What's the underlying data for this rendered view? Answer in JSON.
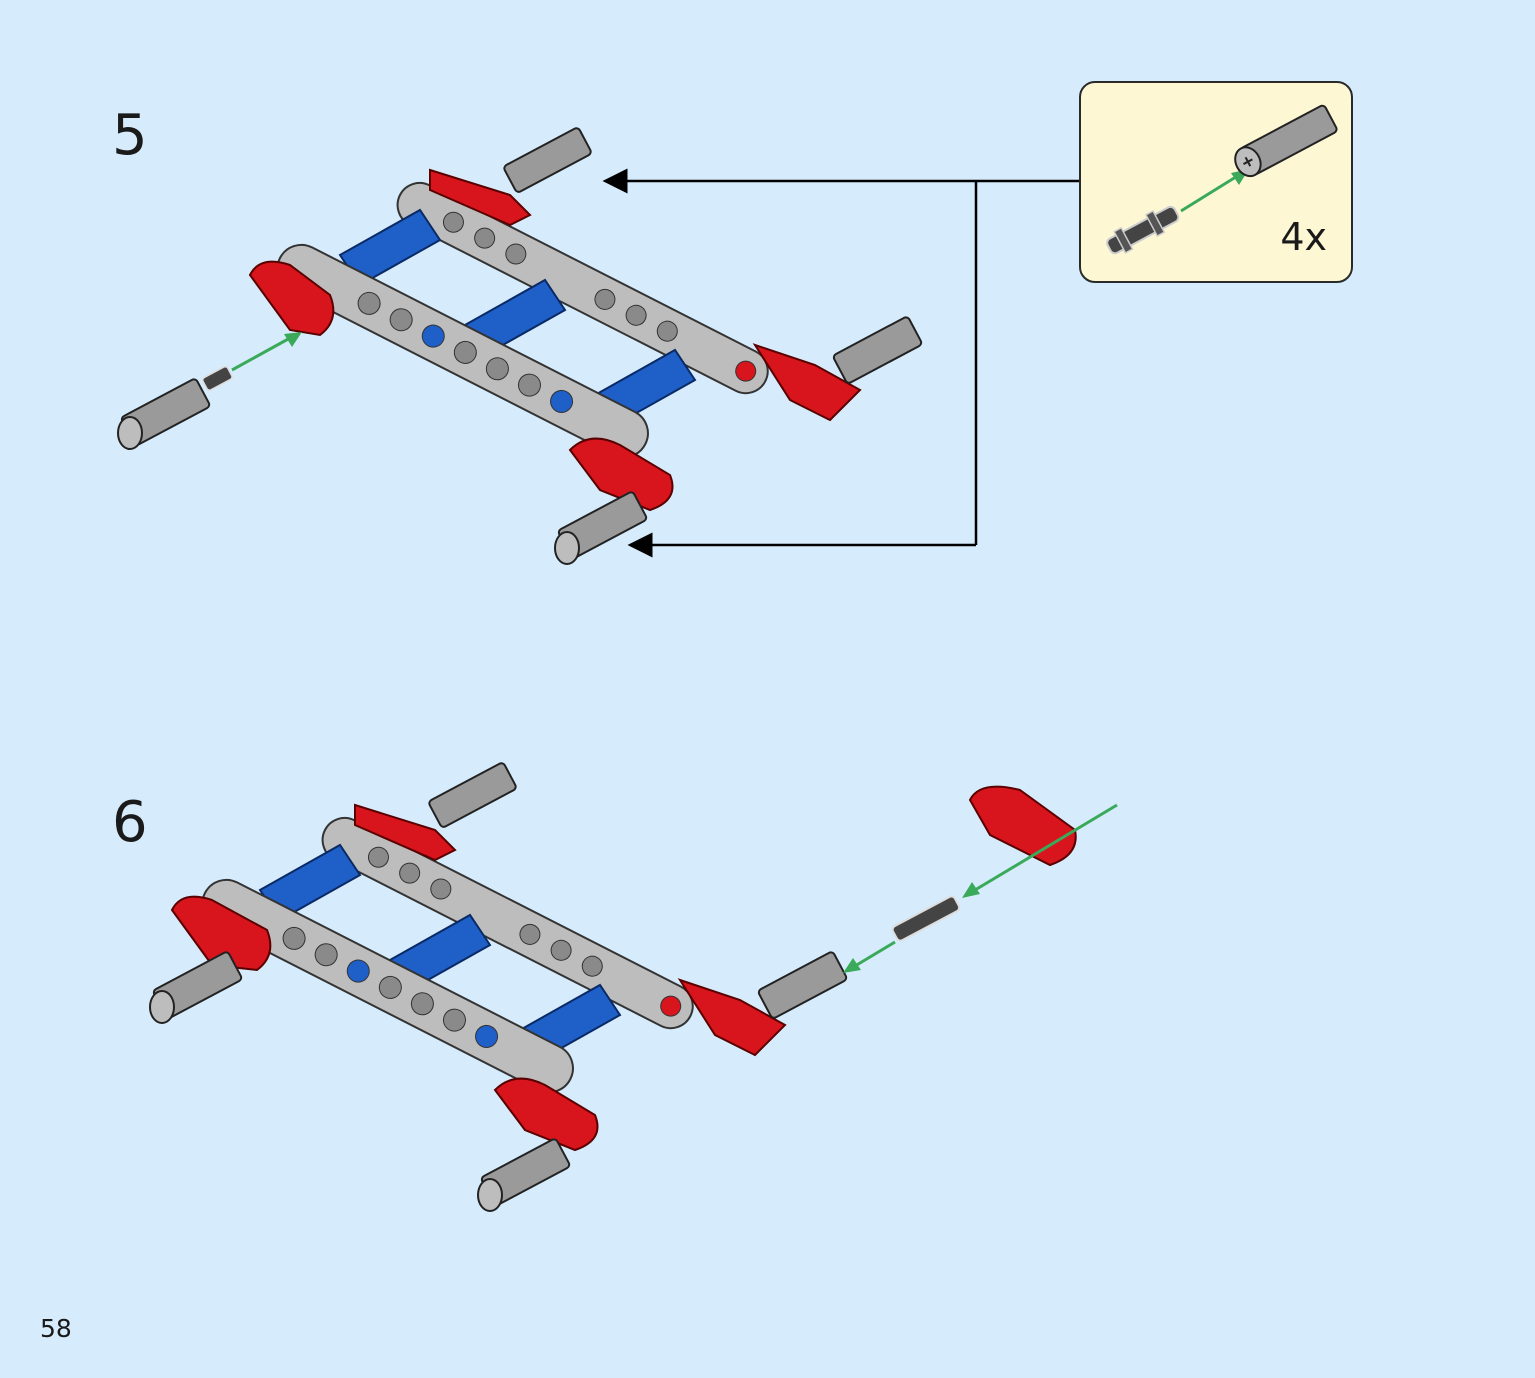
{
  "steps": [
    {
      "number": "5"
    },
    {
      "number": "6"
    }
  ],
  "callout": {
    "quantity": "4x"
  },
  "page": {
    "number": "58"
  },
  "colors": {
    "background": "#d6ecfc",
    "callout_bg": "#fdf7d4",
    "beam_gray": "#bdbdbd",
    "red_part": "#d8141c",
    "blue_part": "#1f5fc8",
    "arrow_green": "#3aaa5a"
  }
}
